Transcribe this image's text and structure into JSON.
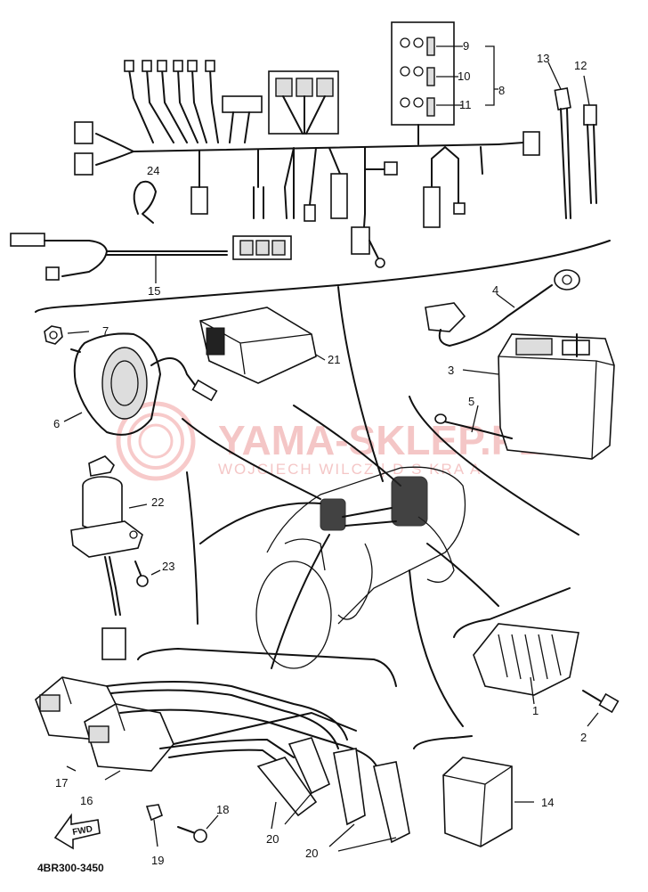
{
  "watermark": {
    "main": "YAMA-SKLEP.PL",
    "sub": "WOJCIECH WILCZ | D S KRA A"
  },
  "diagram_code": "4BR300-3450",
  "forward_marker": "FWD",
  "part_numbers": [
    "1",
    "2",
    "3",
    "4",
    "5",
    "6",
    "7",
    "8",
    "9",
    "10",
    "11",
    "12",
    "13",
    "14",
    "15",
    "16",
    "17",
    "18",
    "19",
    "20",
    "20",
    "21",
    "22",
    "23",
    "24"
  ],
  "colors": {
    "line": "#111111",
    "watermark": "#f2b8b8"
  }
}
